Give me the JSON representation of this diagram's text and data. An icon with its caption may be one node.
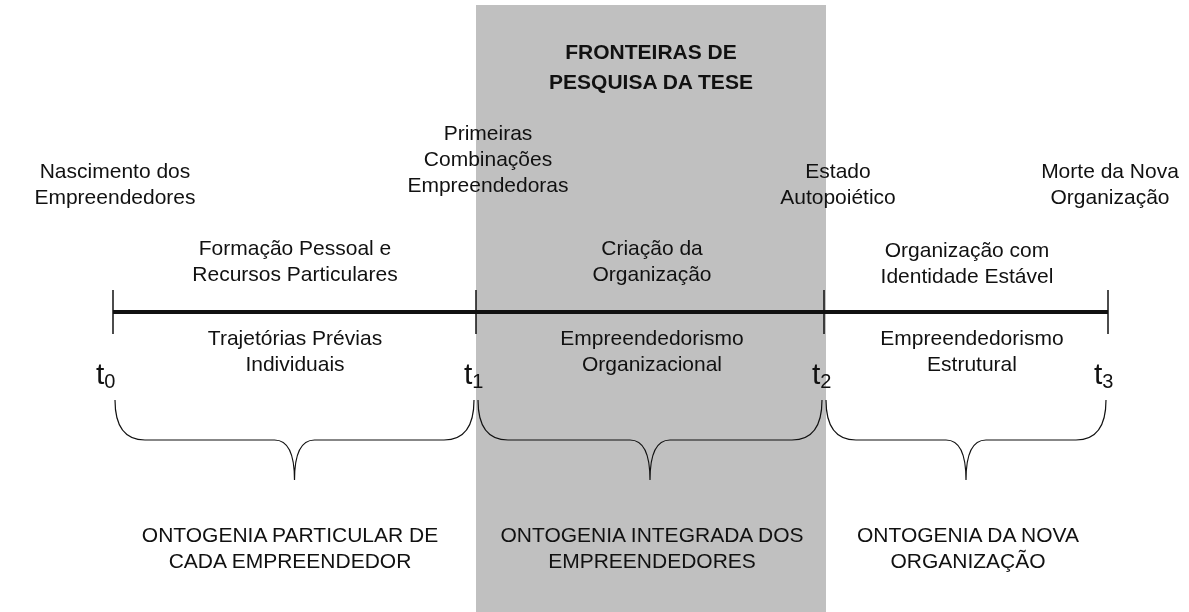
{
  "diagram": {
    "nodes": [
      {
        "text": [
          "FRONTEIRAS DE PESQUISA DA TESE"
        ]
      }
    ],
    "labels": [
      "Nascimento dos Empreendedores",
      "Primeiras Combinações Empreendedoras",
      "Estado Autopoiético",
      "Morte da Nova Organização",
      "Formação Pessoal e Recursos Particulares",
      "Criação da Organização",
      "Organização com Identidade Estável",
      "Trajetórias Prévias Individuais",
      "Empreendedorismo Organizacional",
      "Empreendedorismo Estrutural",
      "t$_{0}$",
      "t$_{1}$",
      "t$_{2}$",
      "t$_{3}$",
      "ONTOGENIA PARTICULAR DE CADA EMPREENDEDOR",
      "ONTOGENIA INTEGRADA DOS EMPREENDEDORES",
      "ONTOGENIA DA NOVA ORGANIZAÇÃO"
    ]
  }
}
